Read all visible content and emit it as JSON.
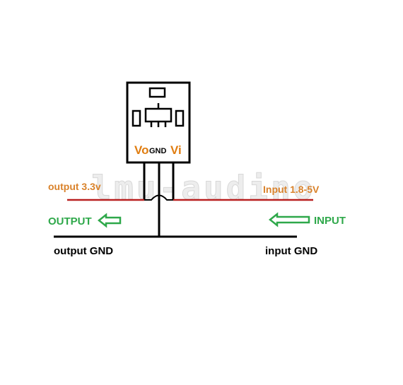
{
  "module": {
    "pins": {
      "vo": "Vo",
      "gnd": "GND",
      "vi": "Vi"
    }
  },
  "labels": {
    "output_voltage": "output 3.3v",
    "input_voltage": "Input 1.8-5V",
    "output": "OUTPUT",
    "input": "INPUT",
    "output_gnd": "output GND",
    "input_gnd": "input GND"
  },
  "watermark": "lmu-audino",
  "colors": {
    "wire": "#000000",
    "power_line": "#b92020",
    "pin_label": "#e07d10",
    "voltage_label": "#d9822b",
    "arrow": "#2ea84a",
    "watermark": "#e8e8e8"
  }
}
